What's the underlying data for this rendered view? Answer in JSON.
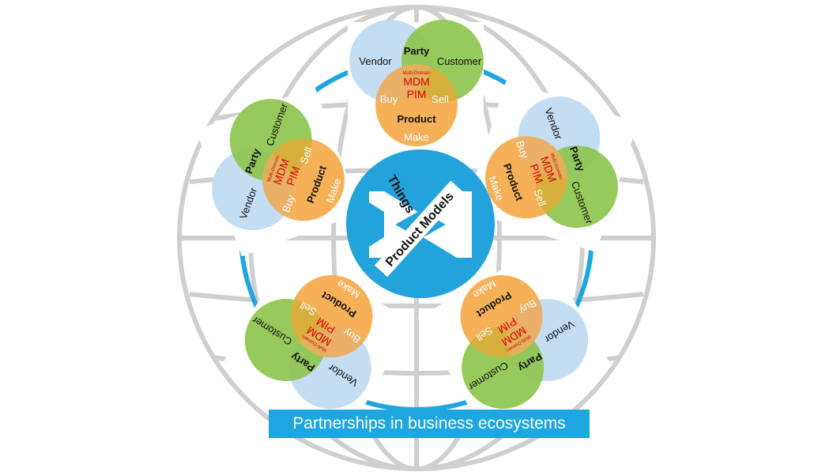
{
  "banner": {
    "text": "Partnerships in business ecosystems"
  },
  "hub": {
    "label_top": "Things",
    "label_bottom": "Product Models"
  },
  "venn": {
    "vendor": "Vendor",
    "customer": "Customer",
    "party": "Party",
    "product": "Product",
    "make": "Make",
    "buy": "Buy",
    "sell": "Sell",
    "multi_domain": "Multi-Domain",
    "mdm": "MDM",
    "pim": "PIM"
  },
  "colors": {
    "accent_blue": "#1ea6e0",
    "ring_blue": "#1ea6e0",
    "vendor_circle": "#bcd9f2",
    "party_circle": "#8cc44a",
    "product_circle": "#f5a33b",
    "core_text": "#e00000",
    "globe_lines": "#c8c8c8"
  },
  "icons": {
    "hub": "butterfly-hub-icon",
    "background": "globe-icon"
  }
}
